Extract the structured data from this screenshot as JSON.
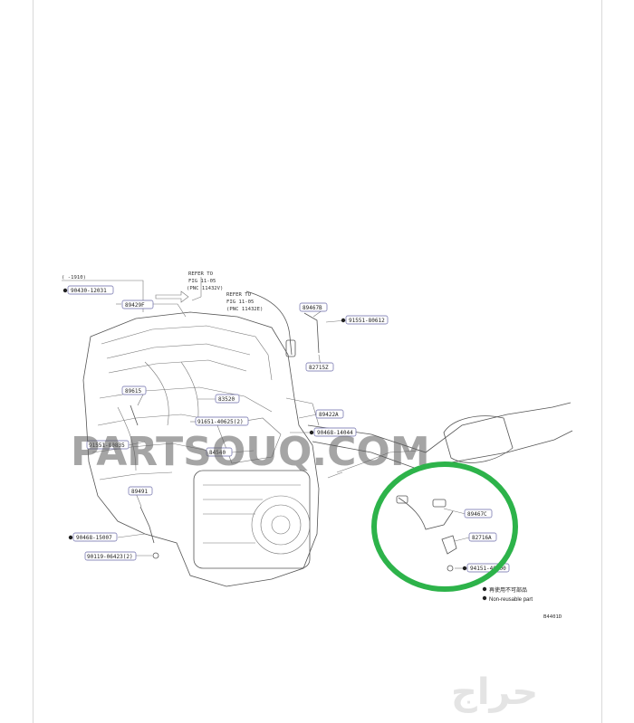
{
  "diagram": {
    "top_left_code": "(    -1910)",
    "part_labels": [
      "90430-12031",
      "89429F",
      "89467B",
      "91551-80612",
      "82715Z",
      "89615",
      "83520",
      "91651-40625(2)",
      "89422A",
      "90468-14044",
      "91551-80835",
      "84540",
      "89491",
      "90468-15007",
      "90119-06423(2)",
      "89467C",
      "82716A",
      "94151-40600"
    ],
    "refer_notes": [
      {
        "line1": "REFER TO",
        "line2": "FIG 11-05",
        "line3": "(PNC 11432V)"
      },
      {
        "line1": "REFER TO",
        "line2": "FIG 11-05",
        "line3": "(PNC 11432E)"
      }
    ],
    "legend": {
      "chinese": "再使用不可部品",
      "english": "Non-reusable part"
    },
    "figure_code": "B4401D",
    "watermark": "PARTSOUQ.COM",
    "arabic_watermark": "حراج"
  },
  "highlight": {
    "color": "#2db34a"
  }
}
